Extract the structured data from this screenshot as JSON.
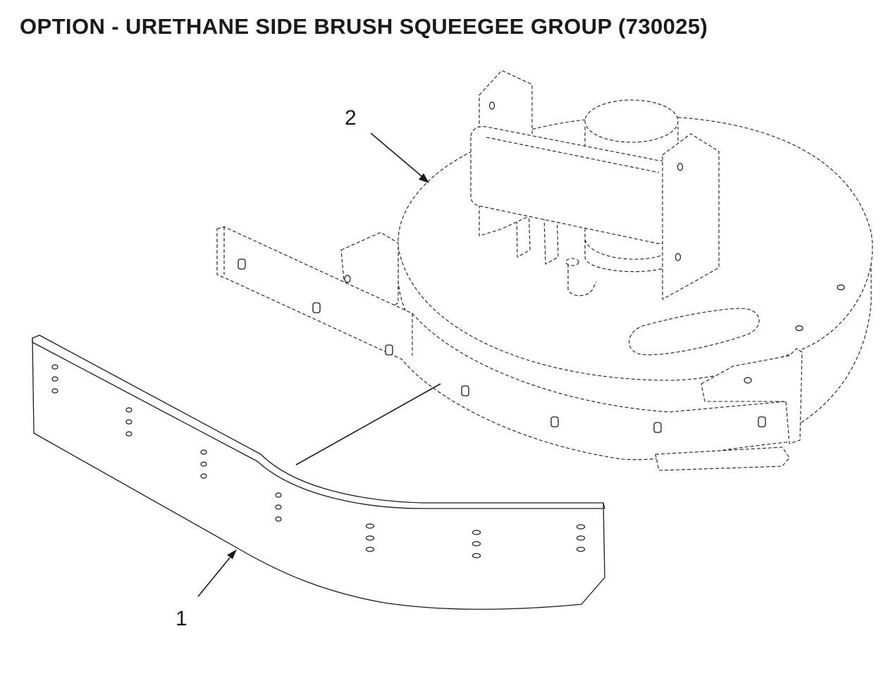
{
  "title": "OPTION - URETHANE SIDE BRUSH SQUEEGEE GROUP (730025)",
  "callouts": [
    {
      "number": "1",
      "part": "urethane-squeegee-blade"
    },
    {
      "number": "2",
      "part": "side-brush-assembly"
    }
  ],
  "colors": {
    "line": "#1a1a1a",
    "background": "#ffffff"
  }
}
